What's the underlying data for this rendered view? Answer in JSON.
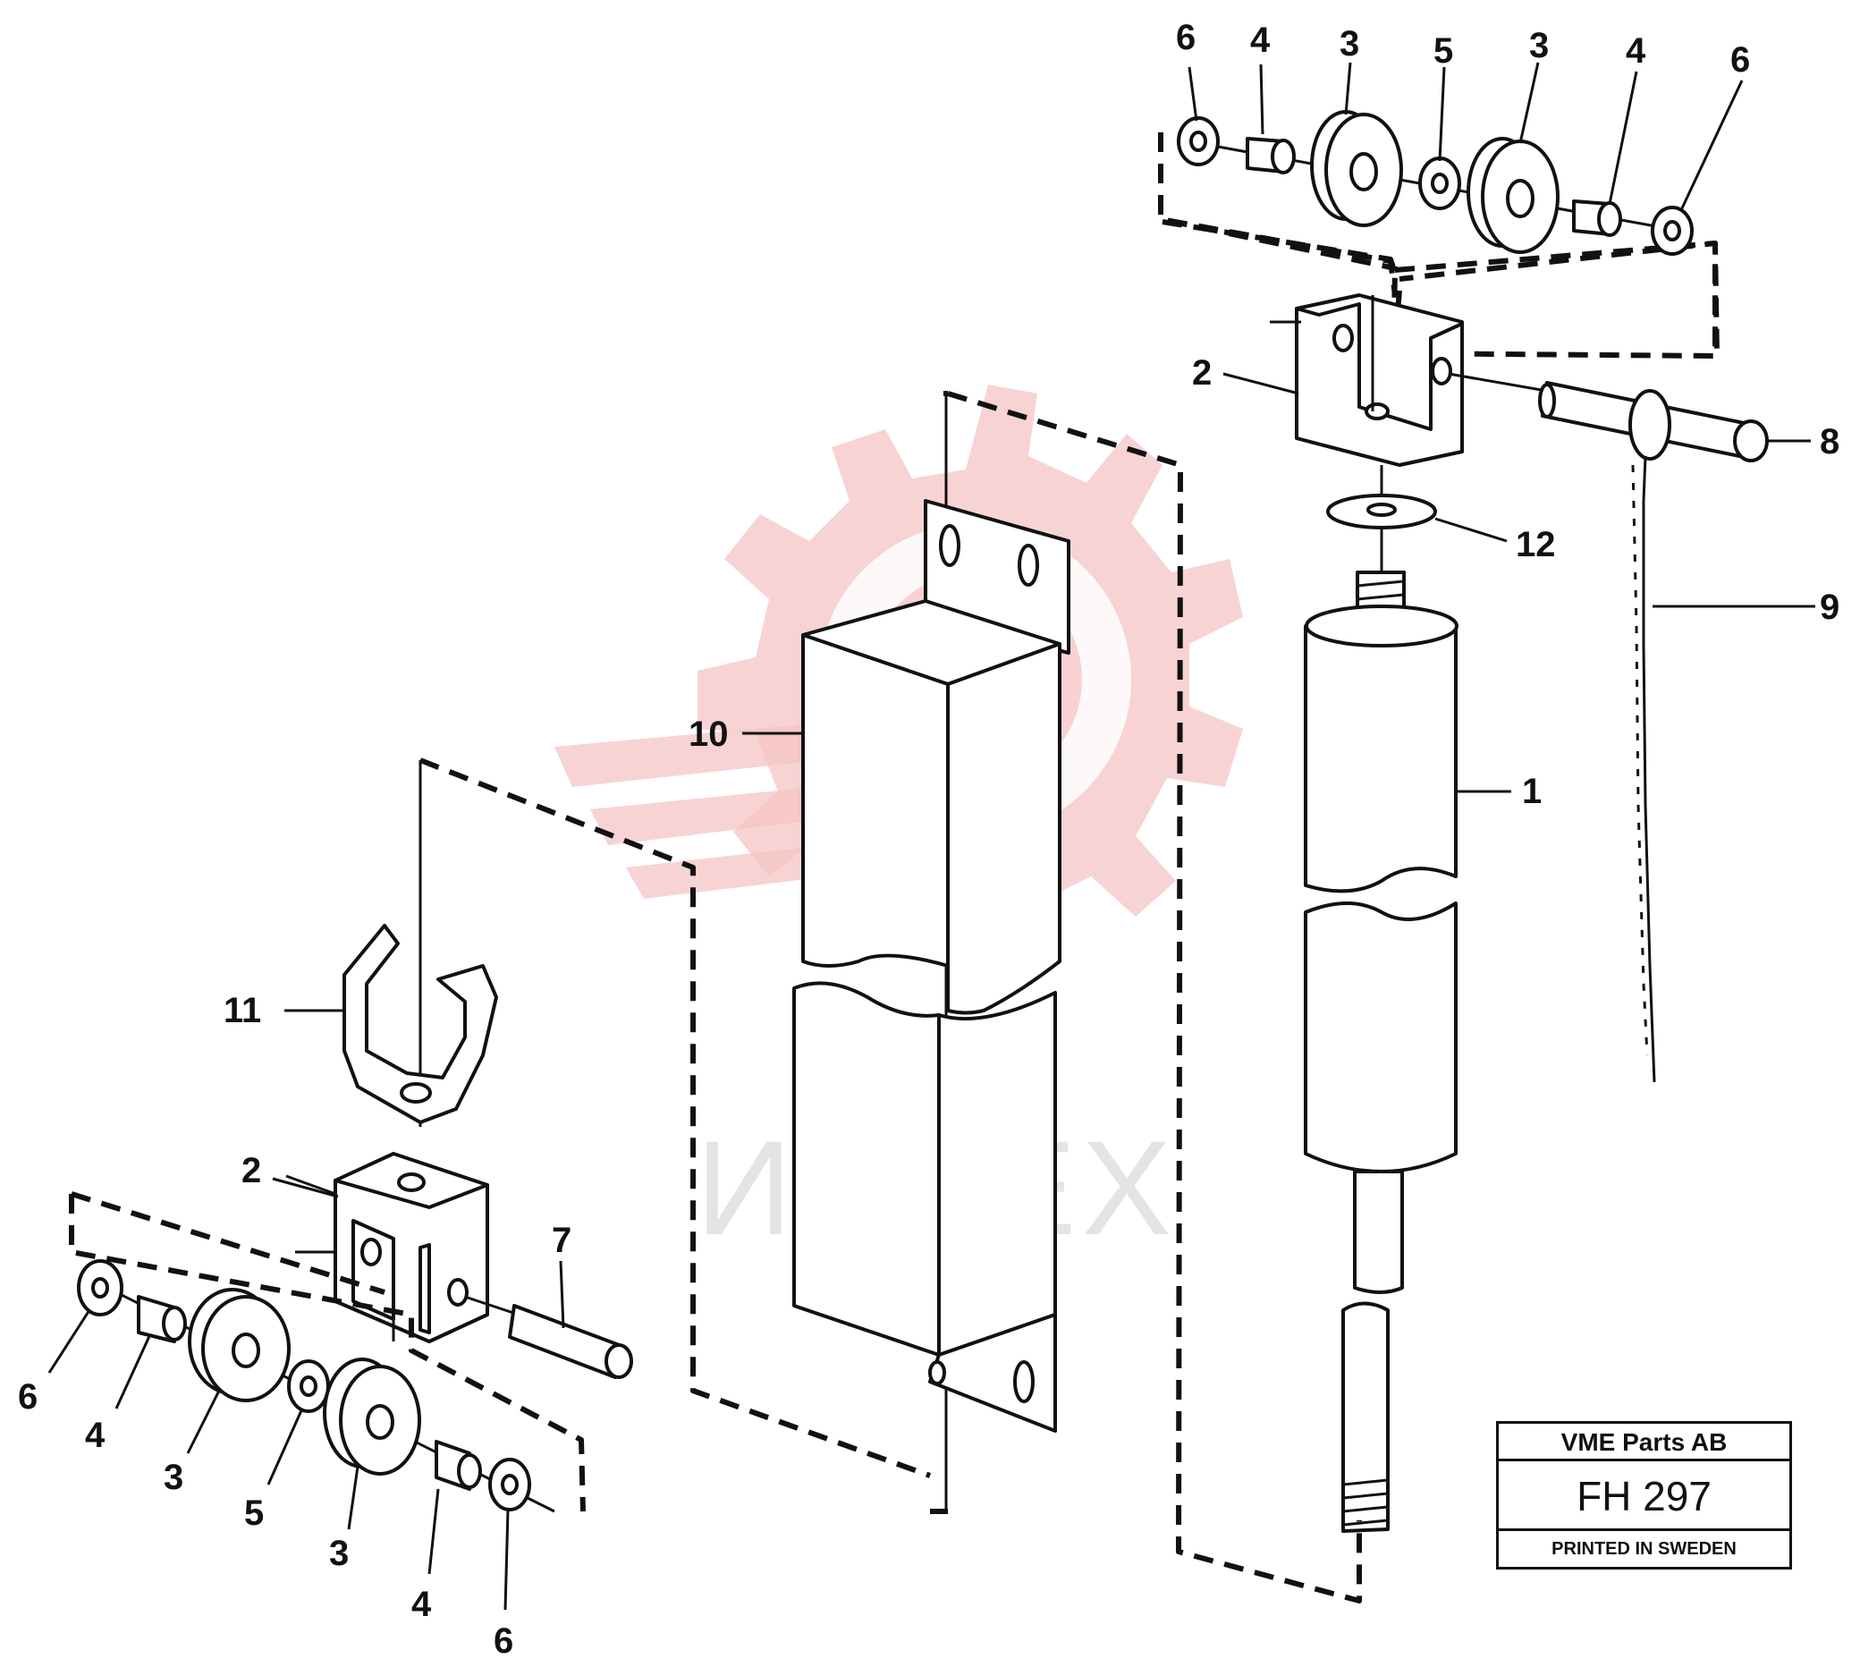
{
  "watermark": {
    "text": "ИНТЕХ",
    "color": "#f6c4c4"
  },
  "title_block": {
    "company": "VME Parts AB",
    "code": "FH 297",
    "printed": "PRINTED IN SWEDEN"
  },
  "callouts": {
    "top_left_washer": "6",
    "top_left_spacer": "4",
    "top_left_pulley": "3",
    "top_middle_washer": "5",
    "top_right_pulley": "3",
    "top_right_spacer": "4",
    "top_right_washer": "6",
    "top_bracket": "2",
    "cable_pin": "8",
    "top_flat_washer": "12",
    "cable": "9",
    "tube_housing": "10",
    "weight_cylinder": "1",
    "clamp": "11",
    "lower_bracket": "2",
    "lower_pin": "7",
    "lower_washer_a": "6",
    "lower_spacer_a": "4",
    "lower_pulley_a": "3",
    "lower_washer_mid": "5",
    "lower_pulley_b": "3",
    "lower_spacer_b": "4",
    "lower_washer_b": "6"
  },
  "colors": {
    "line": "#111111",
    "watermark_gear": "#f6c4c4",
    "watermark_text": "#e4e4e4"
  }
}
